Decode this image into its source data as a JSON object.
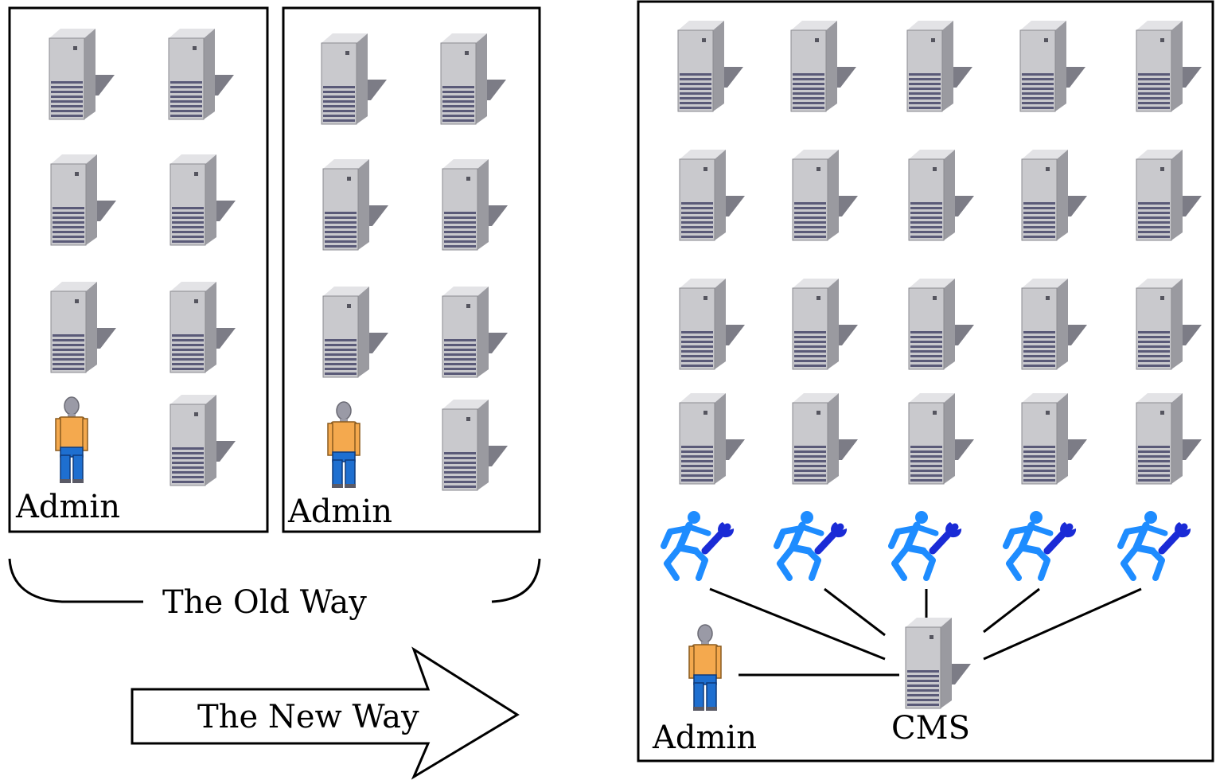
{
  "old_way": {
    "caption": "The Old Way",
    "panels": [
      {
        "admin_label": "Admin",
        "server_count": 7
      },
      {
        "admin_label": "Admin",
        "server_count": 7
      }
    ]
  },
  "new_way": {
    "arrow_label": "The New Way",
    "server_rows": 4,
    "server_columns": 5,
    "maintenance_agent_count": 5,
    "admin_label": "Admin",
    "cms_label": "CMS"
  },
  "icons": {
    "server": "server-tower-icon",
    "admin": "admin-person-icon",
    "agent": "maintenance-agent-icon"
  },
  "colors": {
    "server_front": "#c9c9cd",
    "server_side": "#9a9aa0",
    "server_top": "#e3e3e6",
    "server_shadow": "#7c7c86",
    "person_shirt": "#f4a94e",
    "person_pants": "#1e6fd0",
    "agent_blue": "#1e8cff",
    "agent_wrench": "#1a2bd6"
  }
}
